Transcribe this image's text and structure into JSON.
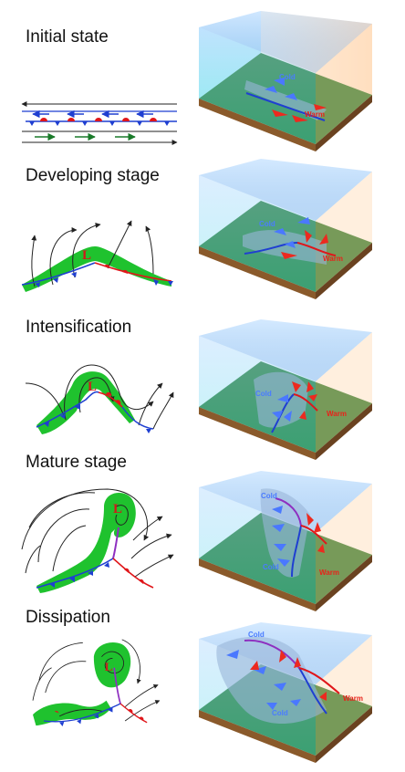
{
  "stages": [
    {
      "title": "Initial state",
      "cold": "Cold",
      "warm": "Warm"
    },
    {
      "title": "Developing stage",
      "low": "L",
      "cold": "Cold",
      "warm": "Warm"
    },
    {
      "title": "Intensification",
      "low": "L",
      "cold": "Cold",
      "warm": "Warm"
    },
    {
      "title": "Mature stage",
      "low": "L",
      "cold": "Cold",
      "cold2": "Cold",
      "warm": "Warm"
    },
    {
      "title": "Dissipation",
      "low": "L",
      "cold": "Cold",
      "cold2": "Cold",
      "warm": "Warm"
    }
  ],
  "colors": {
    "cold_front": "#1f3fd1",
    "warm_front": "#e0161a",
    "occluded_front": "#8e2fc0",
    "cloud": "#1fc22e",
    "isobar": "#222222",
    "ground": "#2e7d33",
    "soil": "#8a5a2b",
    "cold_air": "#4a78ff",
    "warm_air": "#ec2a1f"
  }
}
